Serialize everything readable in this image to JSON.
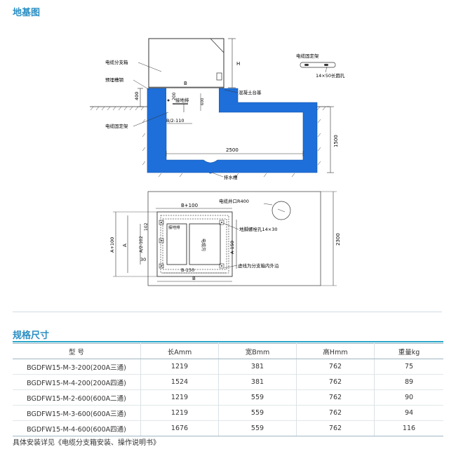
{
  "section1": {
    "title": "地基图"
  },
  "drawing": {
    "label_cabinet": "电缆分支箱",
    "label_channel_steel": "预埋槽钢",
    "label_floor": "接地排",
    "label_bracket": "电缆固定架",
    "label_concrete": "混凝土台基",
    "label_drain": "排水槽",
    "label_bracket_legend": "电缆固定架",
    "label_slot": "14×50长圆孔",
    "dim_B": "B",
    "dim_H": "H",
    "dim_400": "400",
    "dim_200": "200",
    "dim_600": "600",
    "dim_B2_110": "B/2-110",
    "dim_2500": "2500",
    "dim_1500": "1500",
    "dim_Bplus100": "B+100",
    "label_cable_well": "电缆井口R400",
    "label_anchor_hole": "地脚螺栓孔14×30",
    "label_ground_bar": "接地排",
    "label_cable_hole": "电缆沟",
    "dim_Aplus100": "A+100",
    "dim_A": "A",
    "dim_A2_102": "A/2-102",
    "dim_102": "102",
    "dim_30": "30",
    "dim_Aminus150": "A-150",
    "dim_2300": "2300",
    "dim_Bminus150": "B-150",
    "dim_B_bottom": "B",
    "label_dashed": "虚线为分支箱内外沿"
  },
  "section2": {
    "title": "规格尺寸"
  },
  "table": {
    "headers": [
      "型  号",
      "长Amm",
      "宽Bmm",
      "高Hmm",
      "重量kg"
    ],
    "rows": [
      [
        "BGDFW15-M-3-200(200A三通)",
        "1219",
        "381",
        "762",
        "75"
      ],
      [
        "BGDFW15-M-4-200(200A四通)",
        "1524",
        "381",
        "762",
        "89"
      ],
      [
        "BGDFW15-M-2-600(600A二通)",
        "1219",
        "559",
        "762",
        "90"
      ],
      [
        "BGDFW15-M-3-600(600A三通)",
        "1219",
        "559",
        "762",
        "94"
      ],
      [
        "BGDFW15-M-4-600(600A四通)",
        "1676",
        "559",
        "762",
        "116"
      ]
    ]
  },
  "footnote": "具体安装详见《电缆分支箱安装、操作说明书》",
  "colors": {
    "accent": "#2a8fc4",
    "pit_blue": "#1e6fd9",
    "rule": "#2aa6c9"
  }
}
